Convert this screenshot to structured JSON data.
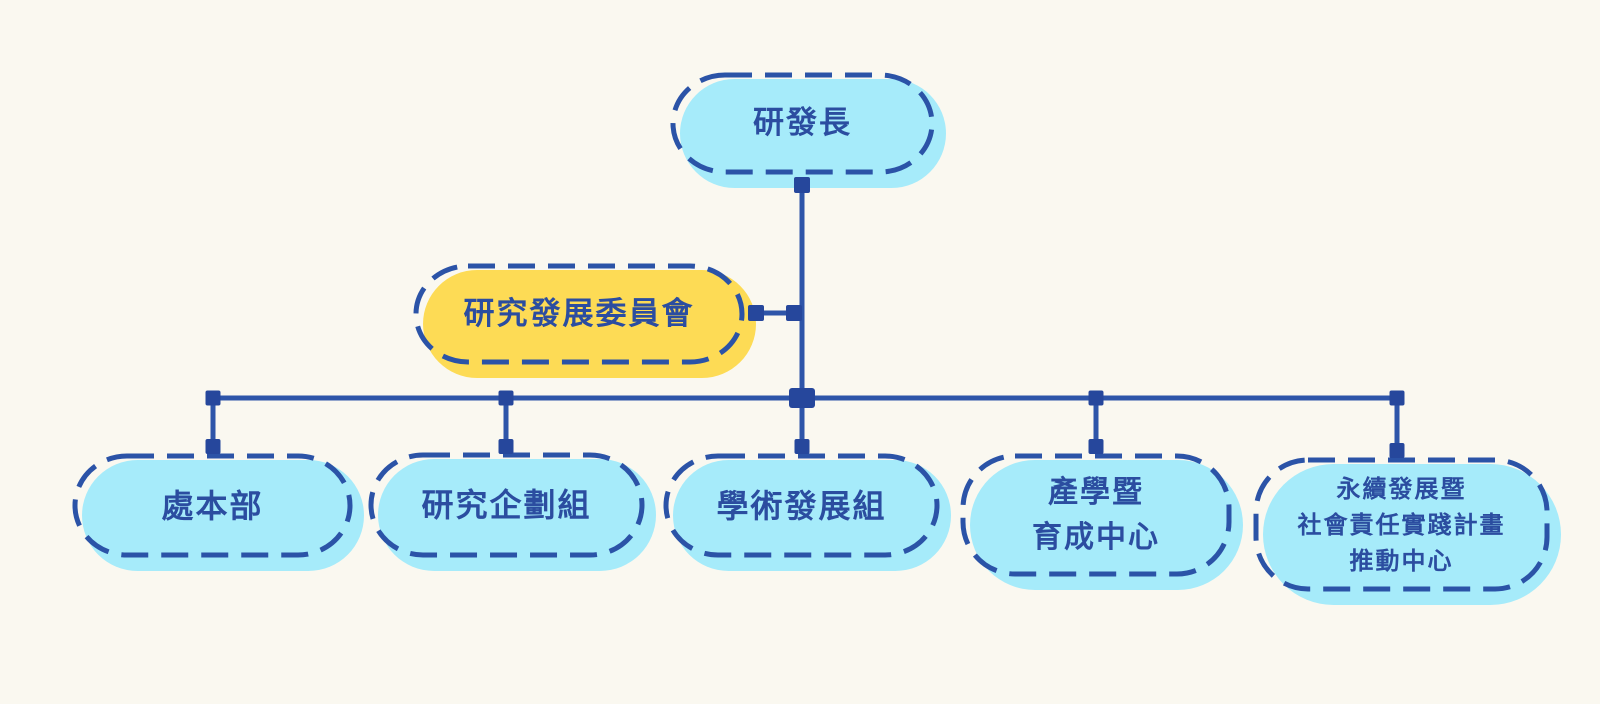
{
  "page": {
    "background_color": "#FAF8F0",
    "kind": "organization-chart"
  },
  "colors": {
    "department_fill": "#A6EBFA",
    "committee_fill": "#FDDB55",
    "dashed_border": "#2B53A7",
    "connector_line": "#2E55A9",
    "connector_joint": "#26479C",
    "text": "#2B4DA0"
  },
  "org_chart": {
    "root": {
      "label": "研發長"
    },
    "committee": {
      "label": "研究發展委員會"
    },
    "departments": [
      {
        "lines": [
          "處本部"
        ]
      },
      {
        "lines": [
          "研究企劃組"
        ]
      },
      {
        "lines": [
          "學術發展組"
        ]
      },
      {
        "lines": [
          "產學暨",
          "育成中心"
        ]
      },
      {
        "lines": [
          "永續發展暨",
          "社會責任實踐計畫",
          "推動中心"
        ]
      }
    ]
  }
}
